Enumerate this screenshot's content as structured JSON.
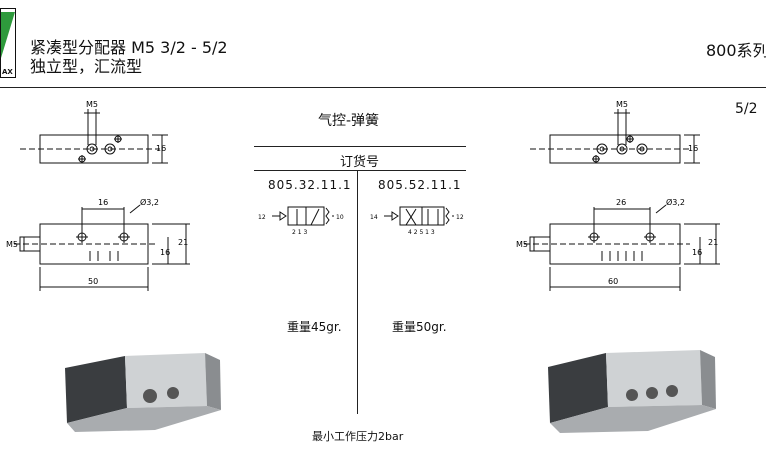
{
  "header": {
    "title_line1": "紧凑型分配器 M5 3/2 - 5/2",
    "title_line2": "独立型，汇流型",
    "series": "800系列",
    "logo_text": "AX"
  },
  "left_drawing": {
    "dim_top_port": "M5",
    "dim_height_top": "16",
    "dim_spacing": "16",
    "dim_hole": "Ø3,2",
    "dim_side_port": "M5",
    "dim_height_inner": "16",
    "dim_height_outer": "21",
    "dim_length": "50"
  },
  "right_drawing": {
    "mode_label": "5/2",
    "dim_top_port": "M5",
    "dim_height_top": "16",
    "dim_spacing": "26",
    "dim_hole": "Ø3,2",
    "dim_side_port": "M5",
    "dim_height_inner": "16",
    "dim_height_outer": "21",
    "dim_length": "60"
  },
  "center": {
    "actuation_title": "气控-弹簧",
    "order_header": "订货号",
    "col1_code": "805.32.11.1",
    "col2_code": "805.52.11.1",
    "col1_weight": "重量45gr.",
    "col2_weight": "重量50gr.",
    "min_pressure": "最小工作压力2bar",
    "sym1_port_in": "12",
    "sym1_port_out": "10",
    "sym1_ports": "2 1 3",
    "sym2_port_in": "14",
    "sym2_port_out": "12",
    "sym2_ports": "4 2 5 1 3"
  }
}
